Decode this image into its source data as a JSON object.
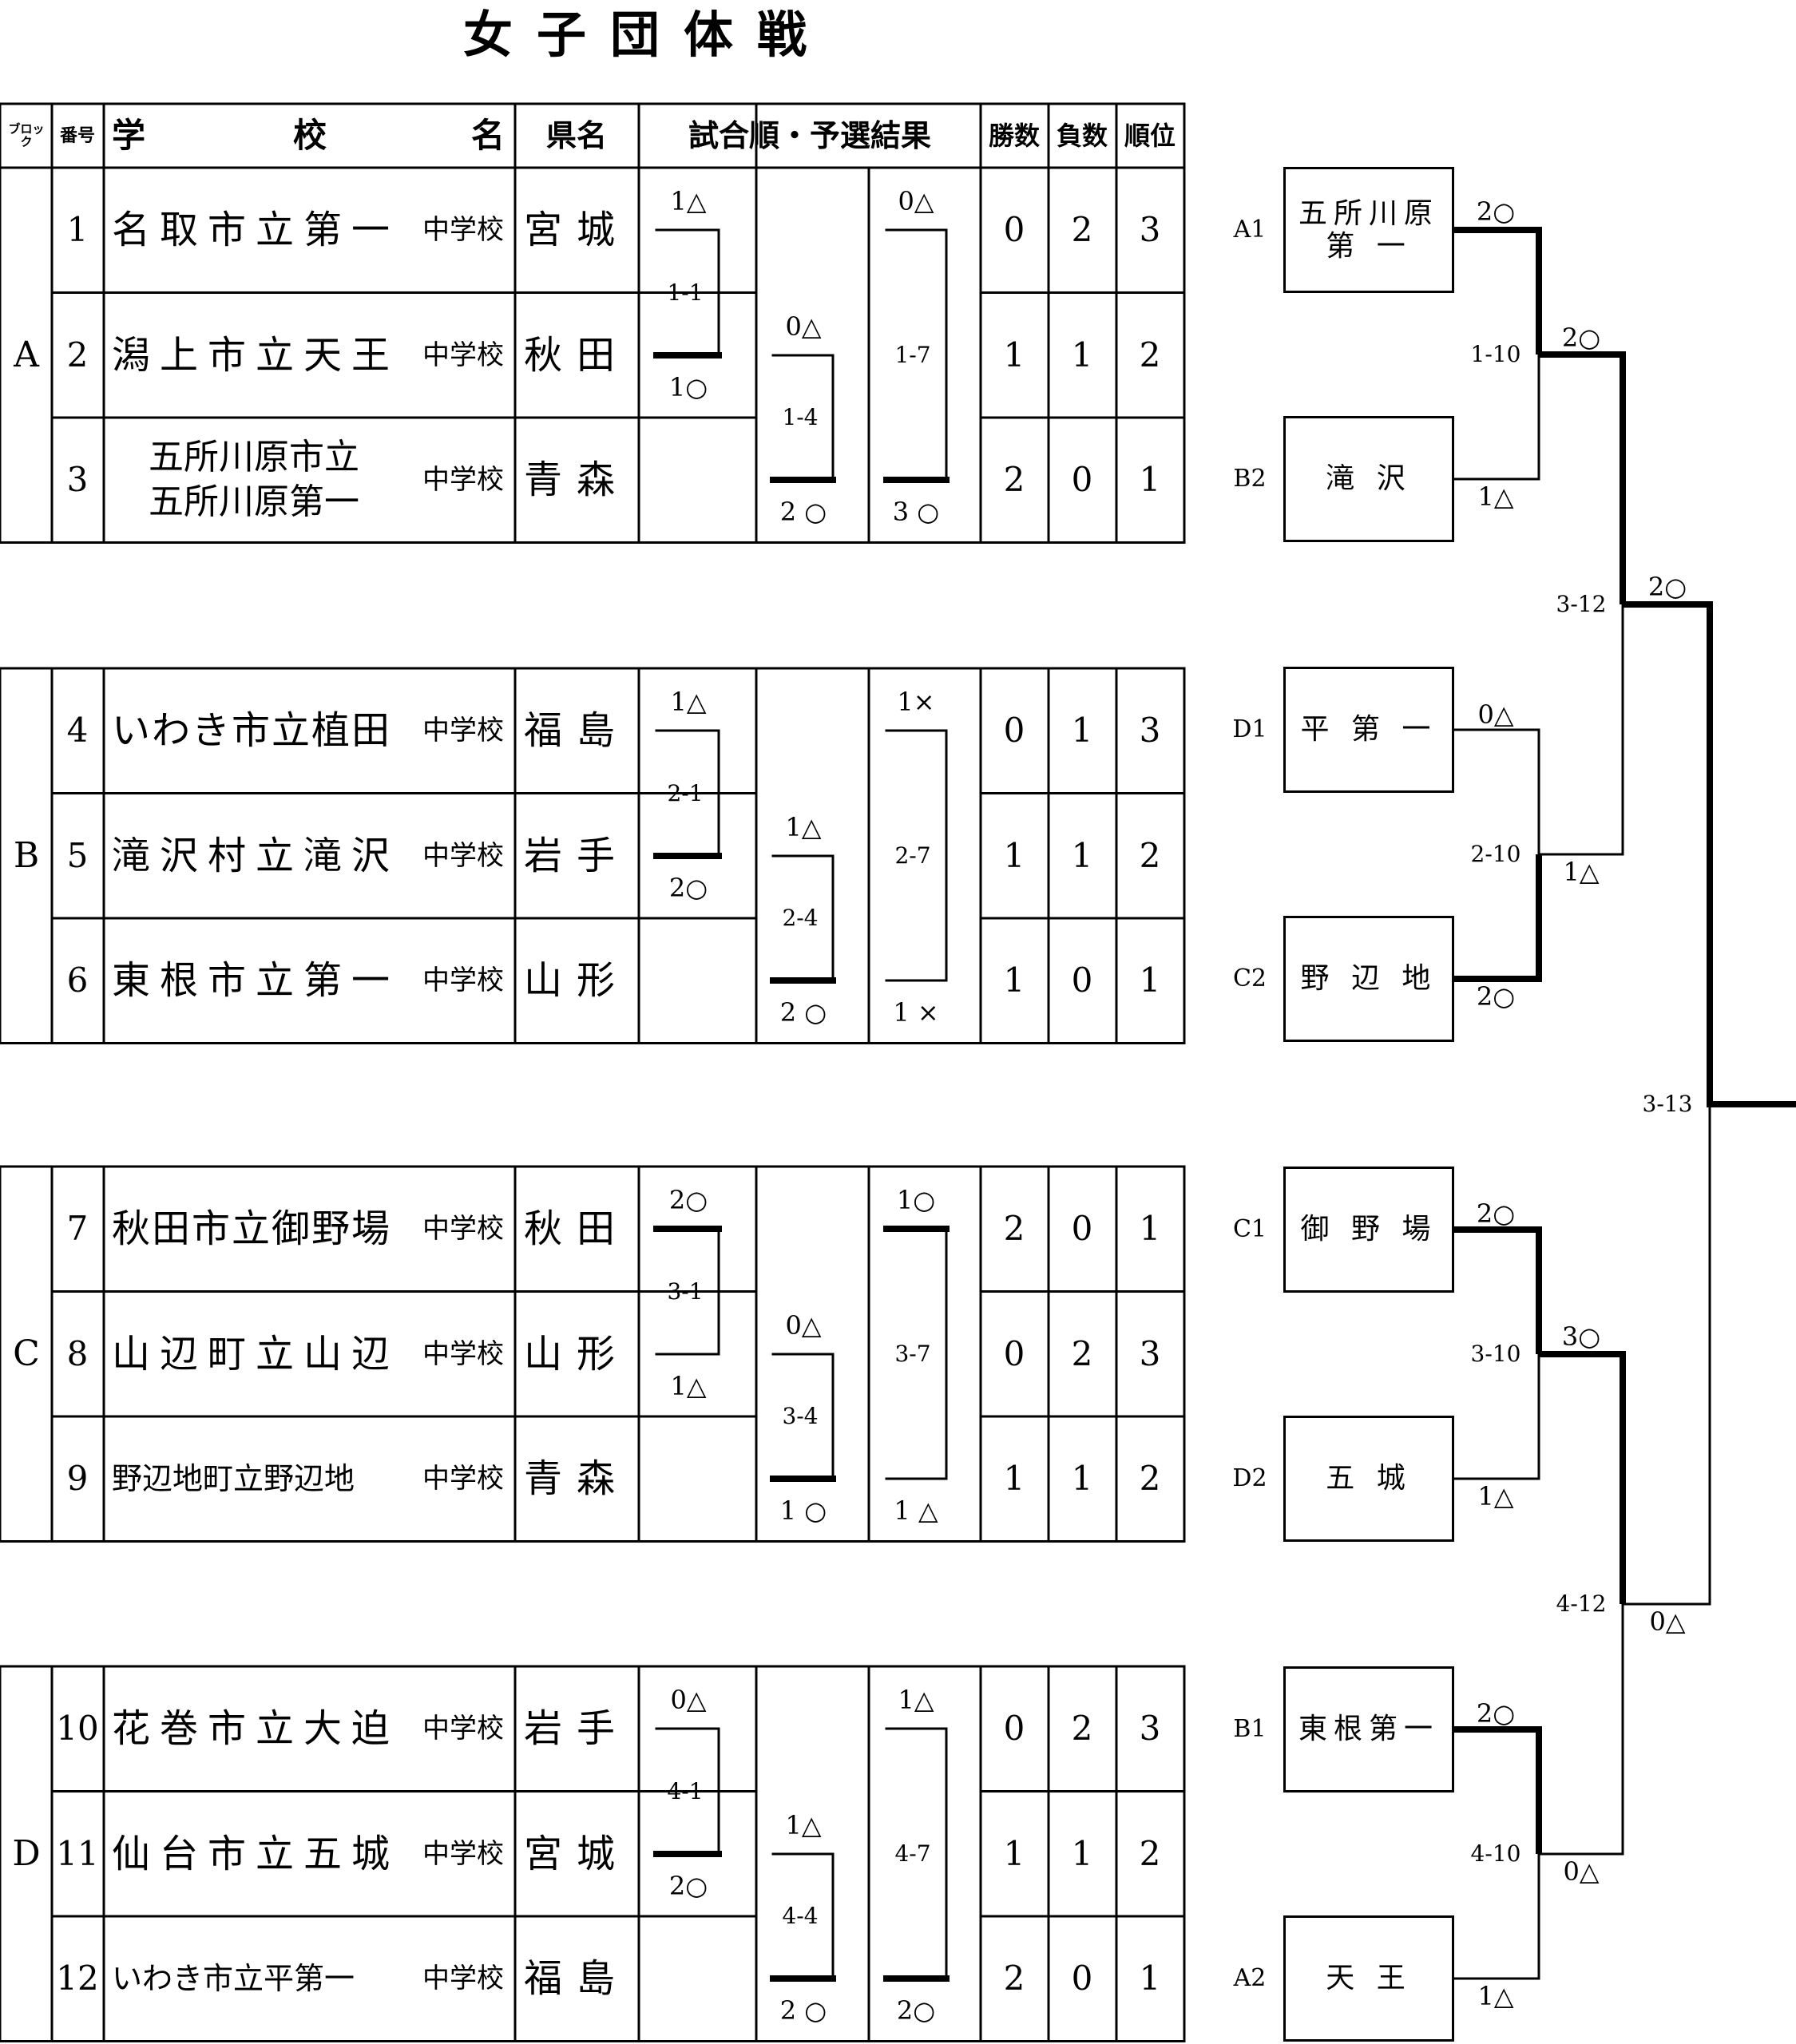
{
  "title": "女子団体戦",
  "headers": {
    "block": "ブロック",
    "number": "番号",
    "school_1": "学",
    "school_2": "校",
    "school_3": "名",
    "pref": "県名",
    "matches": "試合順・予選結果",
    "wins": "勝数",
    "losses": "負数",
    "rank": "順位"
  },
  "school_suffix": "中学校",
  "blocks": [
    {
      "label": "A",
      "rows": [
        {
          "no": "1",
          "school": "名取市立第一",
          "pref": "宮城",
          "wins": "0",
          "losses": "2",
          "rank": "3"
        },
        {
          "no": "2",
          "school": "潟上市立天王",
          "pref": "秋田",
          "wins": "1",
          "losses": "1",
          "rank": "2"
        },
        {
          "no": "3",
          "school": "五所川原市立",
          "school_line2": "五所川原第一",
          "pref": "青森",
          "wins": "2",
          "losses": "0",
          "rank": "1"
        }
      ],
      "matches": [
        {
          "label": "1-1",
          "top": "1△",
          "bottom": "1○"
        },
        {
          "label": "1-4",
          "top": "0△",
          "bottom": "2 ○"
        },
        {
          "label": "1-7",
          "top": "0△",
          "bottom": "3 ○"
        }
      ]
    },
    {
      "label": "B",
      "rows": [
        {
          "no": "4",
          "school": "いわき市立植田",
          "pref": "福島",
          "wins": "0",
          "losses": "1",
          "rank": "3"
        },
        {
          "no": "5",
          "school": "滝沢村立滝沢",
          "pref": "岩手",
          "wins": "1",
          "losses": "1",
          "rank": "2"
        },
        {
          "no": "6",
          "school": "東根市立第一",
          "pref": "山形",
          "wins": "1",
          "losses": "0",
          "rank": "1"
        }
      ],
      "matches": [
        {
          "label": "2-1",
          "top": "1△",
          "bottom": "2○"
        },
        {
          "label": "2-4",
          "top": "1△",
          "bottom": "2 ○"
        },
        {
          "label": "2-7",
          "top": "1×",
          "bottom": "1 ×"
        }
      ]
    },
    {
      "label": "C",
      "rows": [
        {
          "no": "7",
          "school": "秋田市立御野場",
          "pref": "秋田",
          "wins": "2",
          "losses": "0",
          "rank": "1"
        },
        {
          "no": "8",
          "school": "山辺町立山辺",
          "pref": "山形",
          "wins": "0",
          "losses": "2",
          "rank": "3"
        },
        {
          "no": "9",
          "school": "野辺地町立野辺地",
          "pref": "青森",
          "wins": "1",
          "losses": "1",
          "rank": "2"
        }
      ],
      "matches": [
        {
          "label": "3-1",
          "top": "2○",
          "bottom": "1△"
        },
        {
          "label": "3-4",
          "top": "0△",
          "bottom": "1 ○"
        },
        {
          "label": "3-7",
          "top": "1○",
          "bottom": "1 △"
        }
      ]
    },
    {
      "label": "D",
      "rows": [
        {
          "no": "10",
          "school": "花巻市立大迫",
          "pref": "岩手",
          "wins": "0",
          "losses": "2",
          "rank": "3"
        },
        {
          "no": "11",
          "school": "仙台市立五城",
          "pref": "宮城",
          "wins": "1",
          "losses": "1",
          "rank": "2"
        },
        {
          "no": "12",
          "school": "いわき市立平第一",
          "pref": "福島",
          "wins": "2",
          "losses": "0",
          "rank": "1"
        }
      ],
      "matches": [
        {
          "label": "4-1",
          "top": "0△",
          "bottom": "2○"
        },
        {
          "label": "4-4",
          "top": "1△",
          "bottom": "2 ○"
        },
        {
          "label": "4-7",
          "top": "1△",
          "bottom": "2○"
        }
      ]
    }
  ],
  "bracket": {
    "seeds": [
      {
        "seed": "A1",
        "team": "五所川原",
        "team_line2": "第 一",
        "score": "2○"
      },
      {
        "seed": "B2",
        "team": "滝 沢",
        "score": "1△"
      },
      {
        "seed": "D1",
        "team": "平 第 一",
        "score": "0△"
      },
      {
        "seed": "C2",
        "team": "野 辺 地",
        "score": "2○"
      },
      {
        "seed": "C1",
        "team": "御 野 場",
        "score": "2○"
      },
      {
        "seed": "D2",
        "team": "五 城",
        "score": "1△"
      },
      {
        "seed": "B1",
        "team": "東根第一",
        "score": "2○"
      },
      {
        "seed": "A2",
        "team": "天 王",
        "score": "1△"
      }
    ],
    "matches": [
      {
        "label": "1-10",
        "score": "2○"
      },
      {
        "label": "2-10",
        "score": "1△"
      },
      {
        "label": "3-10",
        "score": "3○"
      },
      {
        "label": "4-10",
        "score": "0△"
      },
      {
        "label": "3-12",
        "score": "2○"
      },
      {
        "label": "4-12",
        "score": "0△"
      },
      {
        "label": "3-13"
      }
    ]
  }
}
